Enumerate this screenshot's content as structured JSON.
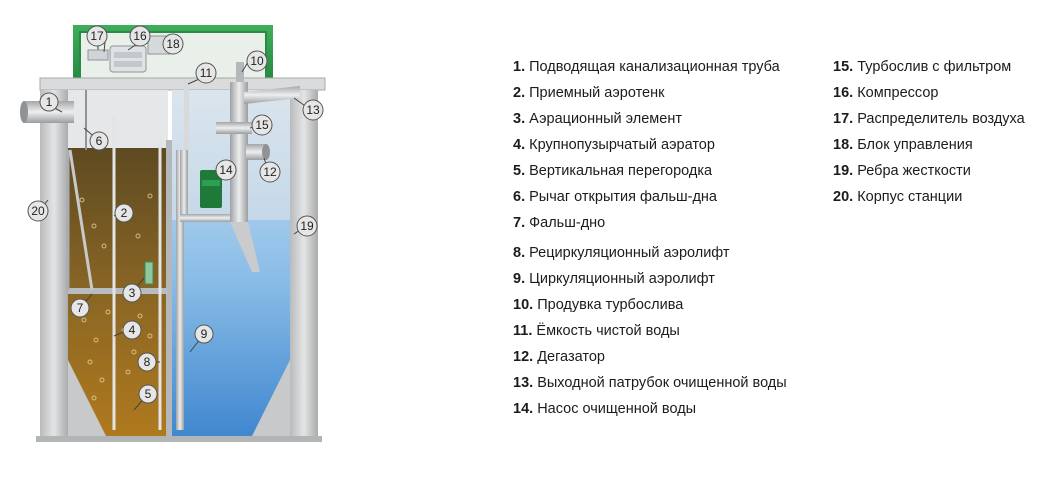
{
  "legend_left": [
    {
      "num": "1.",
      "text": "Подводящая канализационная труба"
    },
    {
      "num": "2.",
      "text": "Приемный аэротенк"
    },
    {
      "num": "3.",
      "text": "Аэрационный элемент"
    },
    {
      "num": "4.",
      "text": "Крупнопузырчатый аэратор"
    },
    {
      "num": "5.",
      "text": "Вертикальная перегородка"
    },
    {
      "num": "6.",
      "text": "Рычаг открытия фальш-дна"
    },
    {
      "num": "7.",
      "text": "Фальш-дно"
    },
    {
      "num": "8.",
      "text": "Рециркуляционный аэролифт"
    },
    {
      "num": "9.",
      "text": "Циркуляционный аэролифт"
    },
    {
      "num": "10.",
      "text": "Продувка турбослива"
    },
    {
      "num": "11.",
      "text": "Ёмкость чистой воды"
    },
    {
      "num": "12.",
      "text": "Дегазатор"
    },
    {
      "num": "13.",
      "text": "Выходной патрубок очищенной воды"
    },
    {
      "num": "14.",
      "text": "Насос очищенной воды"
    }
  ],
  "legend_right": [
    {
      "num": "15.",
      "text": "Турбослив с фильтром"
    },
    {
      "num": "16.",
      "text": "Компрессор"
    },
    {
      "num": "17.",
      "text": "Распределитель воздуха"
    },
    {
      "num": "18.",
      "text": "Блок управления"
    },
    {
      "num": "19.",
      "text": "Ребра жесткости"
    },
    {
      "num": "20.",
      "text": "Корпус станции"
    }
  ],
  "callouts": {
    "c1": "1",
    "c2": "2",
    "c3": "3",
    "c4": "4",
    "c5": "5",
    "c6": "6",
    "c7": "7",
    "c8": "8",
    "c9": "9",
    "c10": "10",
    "c11": "11",
    "c12": "12",
    "c13": "13",
    "c14": "14",
    "c15": "15",
    "c16": "16",
    "c17": "17",
    "c18": "18",
    "c19": "19",
    "c20": "20"
  },
  "colors": {
    "lid": "#2e9c4b",
    "wall": "#c8cacb",
    "sludge": "#7a5a1e",
    "clean_water": "#7fb6e6",
    "pump": "#1f7a3a"
  }
}
